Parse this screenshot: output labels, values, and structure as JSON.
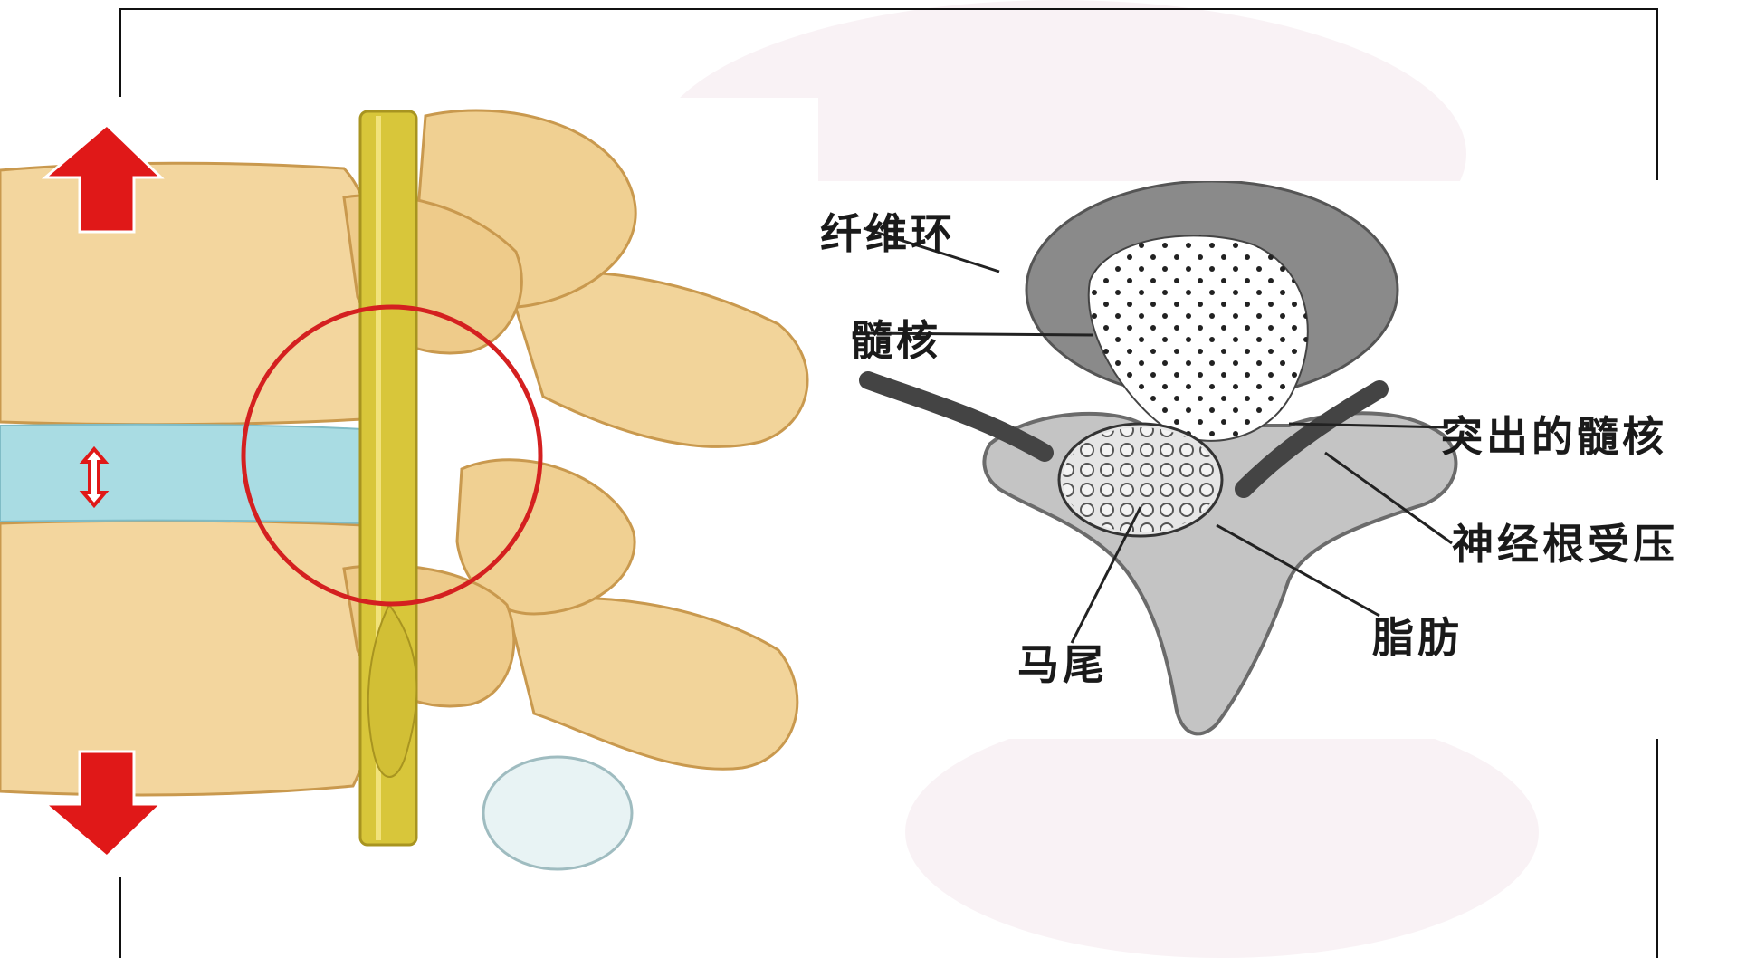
{
  "labels": {
    "fibrous_ring": "纤维环",
    "nucleus": "髓核",
    "herniated_nucleus": "突出的髓核",
    "nerve_root_compressed": "神经根受压",
    "fat": "脂肪",
    "cauda_equina": "马尾"
  },
  "colors": {
    "bone": "#f2d49a",
    "bone_shadow": "#d9a85a",
    "disc": "#a9dce3",
    "nerve": "#d8c63a",
    "highlight_circle": "#d42020",
    "arrow": "#e01818",
    "cross_section_outer": "#8a8a8a",
    "cross_section_inner": "#c4c4c4"
  }
}
